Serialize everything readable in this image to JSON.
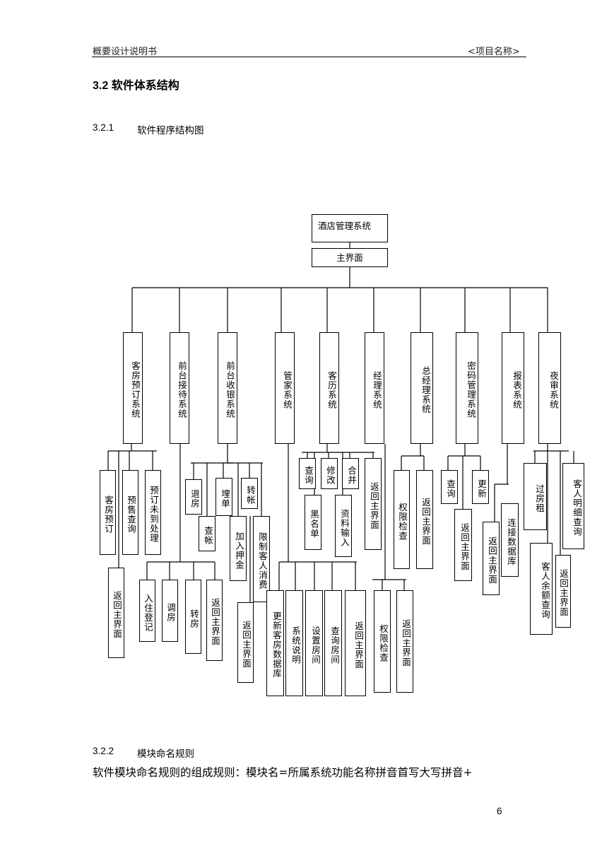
{
  "header": {
    "left": "概要设计说明书",
    "right": "<项目名称>"
  },
  "section": {
    "title": "3.2 软件体系结构"
  },
  "subsections": [
    {
      "num": "3.2.1",
      "title": "软件程序结构图"
    },
    {
      "num": "3.2.2",
      "title": "模块命名规则"
    }
  ],
  "paragraph": "软件模块命名规则的组成规则：模块名=所属系统功能名称拼音首写大写拼音+",
  "page_number": "6",
  "diagram": {
    "root": "酒店管理系统",
    "main": "主界面",
    "systems": [
      "客房预订系统",
      "前台接待系统",
      "前台收银系统",
      "管家系统",
      "客历系统",
      "经理系统",
      "总经理系统",
      "密码管理系统",
      "报表系统",
      "夜审系统"
    ],
    "modules": {
      "客房预订系统": [
        "客房预订",
        "预售查询",
        "预订未到处理",
        "返回主界面"
      ],
      "前台接待系统": [
        "退房",
        "查帐",
        "入住登记",
        "调房",
        "转房",
        "返回主界面"
      ],
      "前台收银系统": [
        "埋单",
        "转帐",
        "加入押金",
        "限制客人消费",
        "返回主界面"
      ],
      "管家系统": [
        "更新客房数据库",
        "系统说明",
        "设置房间",
        "查询房间",
        "返回主界面"
      ],
      "客历系统": [
        "查询",
        "修改",
        "合并",
        "黑名单",
        "资料输入"
      ],
      "经理系统": [
        "返回主界面",
        "权限检查",
        "返回主界面"
      ],
      "总经理系统": [
        "权限检查",
        "返回主界面"
      ],
      "密码管理系统": [
        "查询",
        "更新",
        "返回主界面"
      ],
      "报表系统": [
        "连接数据库",
        "返回主界面"
      ],
      "夜审系统": [
        "过房租",
        "客人明细查询",
        "客人余额查询",
        "返回主界面"
      ]
    }
  }
}
